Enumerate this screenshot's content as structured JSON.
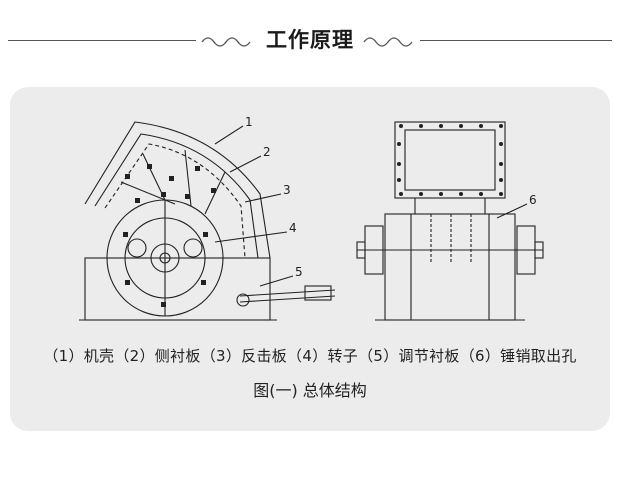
{
  "header": {
    "title": "工作原理"
  },
  "diagram": {
    "callouts": [
      "1",
      "2",
      "3",
      "4",
      "5",
      "6"
    ]
  },
  "captions": {
    "legend": "（1）机壳（2）侧衬板（3）反击板（4）转子（5）调节衬板（6）锤销取出孔",
    "figure": "图(一)  总体结构"
  }
}
